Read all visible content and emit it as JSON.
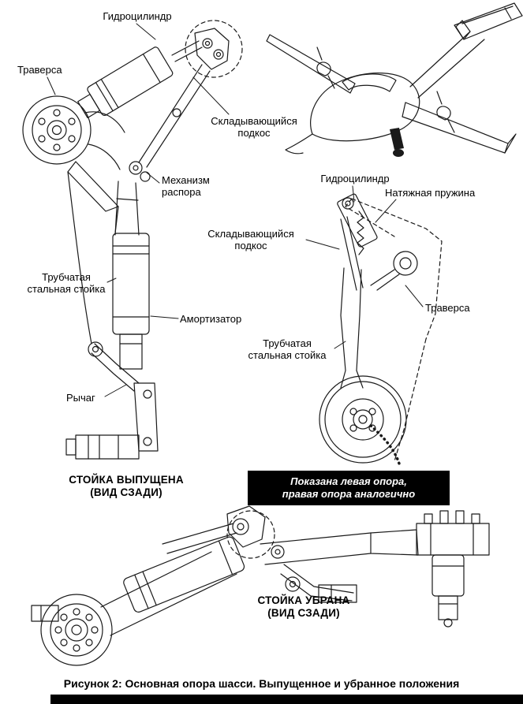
{
  "figure": {
    "caption": "Рисунок 2: Основная опора шасси. Выпущенное и убранное положения"
  },
  "note_box": {
    "line1": "Показана левая опора,",
    "line2": "правая опора аналогично",
    "bg_color": "#000000",
    "text_color": "#ffffff"
  },
  "extended_view": {
    "labels": {
      "hydraulic_cylinder": "Гидроцилиндр",
      "traverse": "Траверса",
      "folding_brace": "Складывающийся подкос",
      "spreader_mechanism": "Механизм распора",
      "tubular_steel_strut": "Трубчатая стальная стойка",
      "shock_absorber": "Амортизатор",
      "lever": "Рычаг"
    },
    "caption_line1": "СТОЙКА ВЫПУЩЕНА",
    "caption_line2": "(ВИД СЗАДИ)"
  },
  "side_view": {
    "labels": {
      "hydraulic_cylinder": "Гидроцилиндр",
      "tension_spring": "Натяжная пружина",
      "folding_brace": "Складывающийся подкос",
      "traverse": "Траверса",
      "tubular_steel_strut": "Трубчатая стальная стойка"
    }
  },
  "retracted_view": {
    "caption_line1": "СТОЙКА УБРАНА",
    "caption_line2": "(ВИД СЗАДИ)"
  },
  "drawing": {
    "line_color": "#1a1a1a",
    "bottom_bar_color": "#000000"
  }
}
